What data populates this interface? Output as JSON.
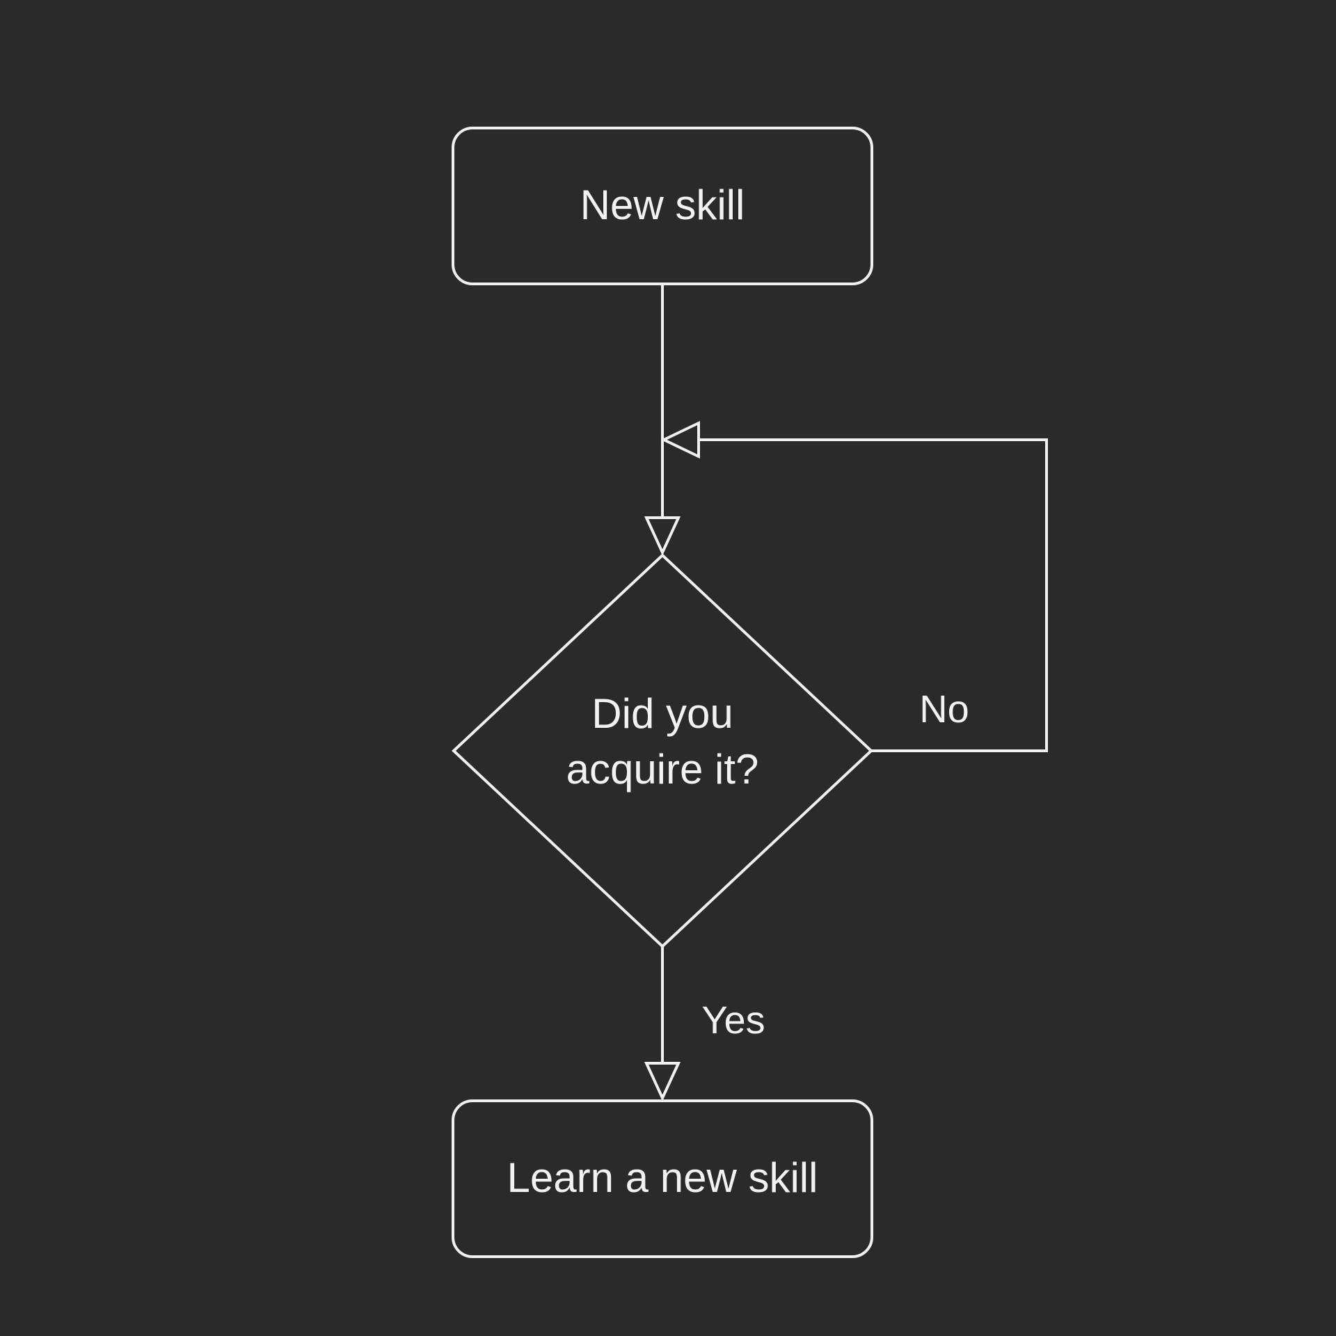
{
  "colors": {
    "background": "#2a2a2a",
    "stroke": "#f0f0f0",
    "text": "#f2f2f2"
  },
  "nodes": {
    "start": {
      "label": "New skill"
    },
    "decision": {
      "line1": "Did you",
      "line2": "acquire it?"
    },
    "end": {
      "label": "Learn a new skill"
    }
  },
  "edges": {
    "no_label": "No",
    "yes_label": "Yes"
  }
}
